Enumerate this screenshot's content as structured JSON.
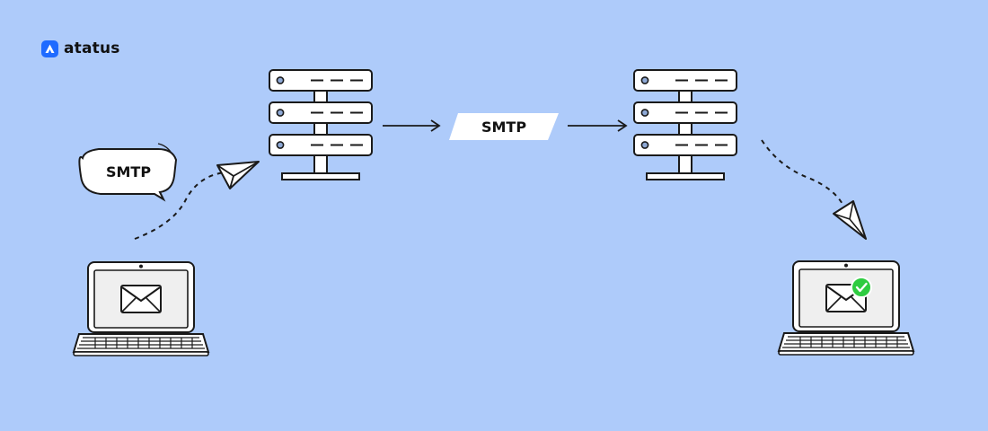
{
  "brand": {
    "name": "atatus",
    "color": "#1f6bff"
  },
  "diagram": {
    "background": "#aecbfa",
    "bubble_label": "SMTP",
    "protocol_label": "SMTP",
    "nodes": [
      {
        "id": "sender-laptop",
        "icon": "laptop-envelope-icon"
      },
      {
        "id": "sender-server",
        "icon": "server-rack-icon"
      },
      {
        "id": "receiver-server",
        "icon": "server-rack-icon"
      },
      {
        "id": "receiver-laptop",
        "icon": "laptop-envelope-check-icon"
      }
    ],
    "check_color": "#2ecc40"
  }
}
